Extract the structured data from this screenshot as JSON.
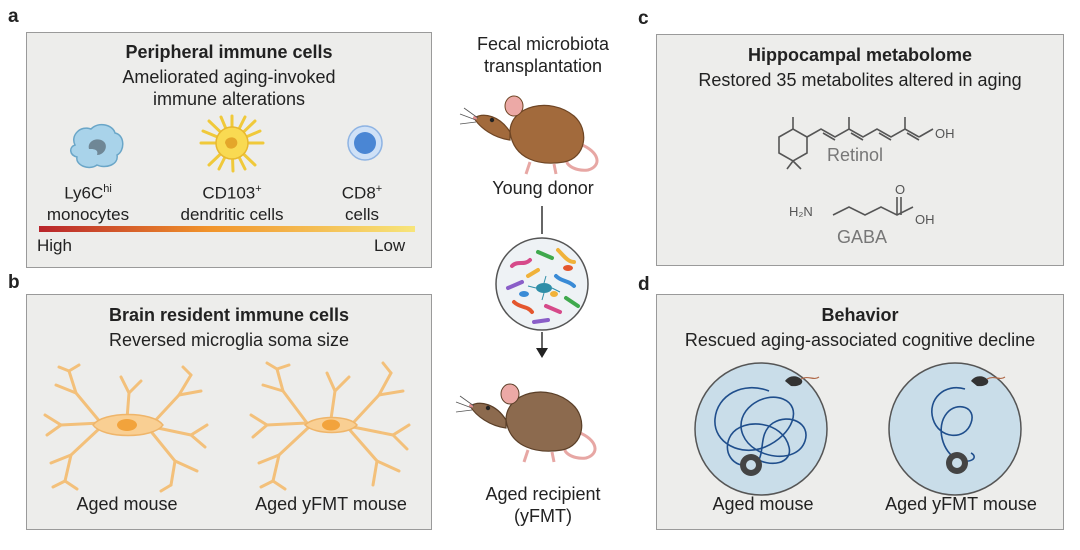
{
  "panel_a": {
    "letter": "a",
    "title": "Peripheral immune cells",
    "subtitle_line1": "Ameliorated aging-invoked",
    "subtitle_line2": "immune alterations",
    "cells": [
      {
        "base": "Ly6C",
        "sup": "hi",
        "line2": "monocytes"
      },
      {
        "base": "CD103",
        "sup": "+",
        "line2": "dendritic cells"
      },
      {
        "base": "CD8",
        "sup": "+",
        "line2": "cells"
      }
    ],
    "scale_high": "High",
    "scale_low": "Low",
    "colors": {
      "high": "#b8242b",
      "mid": "#f1932a",
      "low": "#f7e57a"
    }
  },
  "panel_b": {
    "letter": "b",
    "title": "Brain resident immune cells",
    "subtitle": "Reversed microglia soma size",
    "label_left": "Aged mouse",
    "label_right": "Aged yFMT mouse"
  },
  "center": {
    "top_line1": "Fecal microbiota",
    "top_line2": "transplantation",
    "donor": "Young donor",
    "recipient_line1": "Aged recipient",
    "recipient_line2": "(yFMT)"
  },
  "panel_c": {
    "letter": "c",
    "title": "Hippocampal metabolome",
    "subtitle": "Restored 35 metabolites altered in aging",
    "retinol_label": "Retinol",
    "retinol_oh": "OH",
    "gaba_label": "GABA",
    "gaba_h2n": "H₂N",
    "gaba_o": "O",
    "gaba_oh": "OH"
  },
  "panel_d": {
    "letter": "d",
    "title": "Behavior",
    "subtitle": "Rescued aging-associated cognitive decline",
    "label_left": "Aged mouse",
    "label_right": "Aged yFMT mouse"
  }
}
